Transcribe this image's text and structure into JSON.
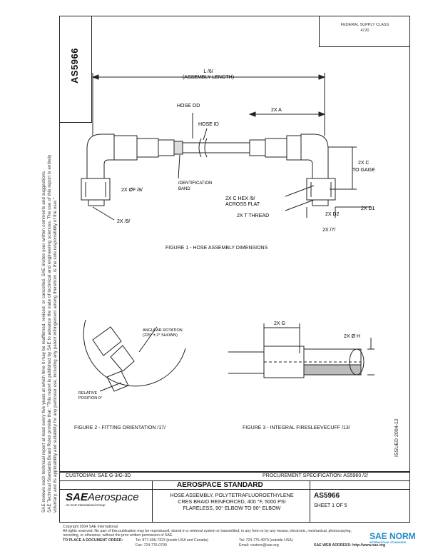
{
  "document": {
    "number": "AS5966",
    "federal_box_line1": "FEDERAL SUPPLY CLASS",
    "federal_box_line2": "4720",
    "issued": "ISSUED 2004-12"
  },
  "side_notice": {
    "line1": "SAE Technical Standards Board Rules provide that: \"This report is published by SAE to advance the state of technical and engineering sciences. The use of this report is entirely",
    "line2": "voluntary, and its applicability and suitability for any particular use, including any patent infringement arising therefrom, is the sole responsibility of the user.\"",
    "line3": "SAE reviews each technical report at least every five years at which time it may be reaffirmed, revised, or cancelled. SAE invites your written comments and suggestions."
  },
  "figure1": {
    "caption": "FIGURE 1 - HOSE ASSEMBLY DIMENSIONS",
    "labels": {
      "assembly_length_a": "L /6/",
      "assembly_length_b": "(ASSEMBLY LENGTH)",
      "hose_od": "HOSE OD",
      "hose_id": "HOSE ID",
      "two_x_a": "2X A",
      "two_x_c": "2X C",
      "to_gage": "TO GAGE",
      "id_band_a": "IDENTIFICATION",
      "id_band_b": "BAND",
      "two_x_f": "2X ØF /8/",
      "two_x_c_hex_a": "2X C HEX /9/",
      "two_x_c_hex_b": "ACROSS FLAT",
      "two_x_t_thread": "2X T THREAD",
      "two_x_d2": "2X D2",
      "two_x_d1": "2X D1",
      "two_x_9": "2X /9/",
      "two_x_7": "2X /7/"
    }
  },
  "figure2": {
    "caption": "FIGURE 2 - FITTING ORIENTATION /17/",
    "angular_rotation_a": "ANGULAR ROTATION",
    "angular_rotation_b": "(225° ± 2° SHOWN)",
    "relative_position_a": "RELATIVE",
    "relative_position_b": "POSITION 0°"
  },
  "figure3": {
    "caption": "FIGURE 3 - INTEGRAL FIRESLEEVECUFF /13/",
    "two_x_g": "2X G",
    "two_x_h": "2X Ø H"
  },
  "title_block": {
    "custodian": "CUSTODIAN: SAE G-3/G-3D",
    "procurement": "PROCUREMENT SPECIFICATION: AS5960 /2/",
    "heading": "AEROSPACE STANDARD",
    "logo_brand": "SAE",
    "logo_word": "Aerospace",
    "logo_tagline": "An SAE International Group",
    "title_line1": "HOSE ASSEMBLY, POLYTETRAFLUOROETHYLENE",
    "title_line2": "CRES BRAID REINFORCED, 400 °F, 5000 PSI",
    "title_line3": "FLARELESS, 90° ELBOW TO 90° ELBOW",
    "doc_number": "AS5966",
    "sheet": "SHEET 1 OF 5"
  },
  "footer": {
    "copyright": "Copyright 2004 SAE International",
    "rights": "All rights reserved. No part of this publication may be reproduced, stored in a retrieval system or transmitted, in any form or by any means, electronic, mechanical, photocopying,",
    "rights2": "recording, or otherwise, without the prior written permission of SAE.",
    "order_label": "TO PLACE A DOCUMENT ORDER:",
    "tel1": "Tel: 877-606-7323 (inside USA and Canada)",
    "tel2": "Tel: 724-776-4970 (outside USA)",
    "fax": "Fax: 724-776-0790",
    "email": "Email: custsvc@sae.org",
    "web": "SAE WEB ADDRESS: http://www.sae.org"
  },
  "watermark": {
    "text": "SAE NORM",
    "sub": "INTERNATIONAL STANDARDS"
  },
  "colors": {
    "line": "#222222",
    "watermark_blue": "#1e88c8"
  }
}
